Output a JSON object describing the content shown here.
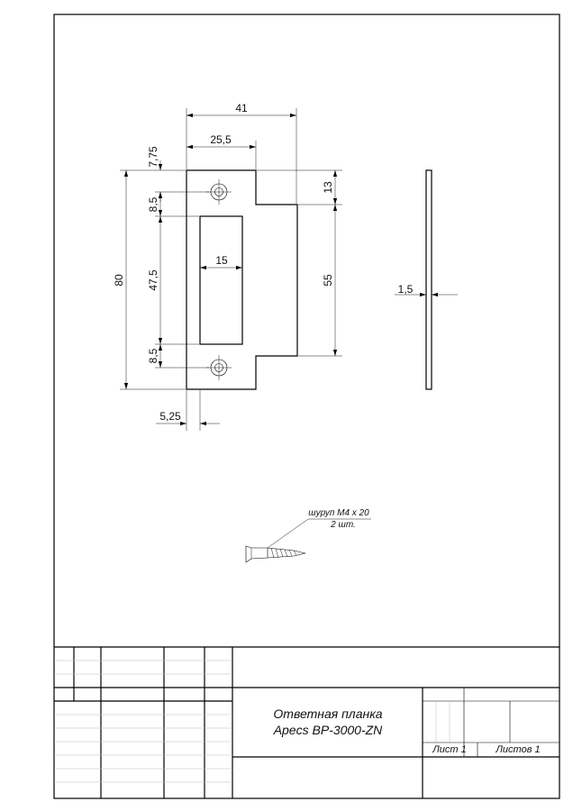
{
  "dimensions": {
    "width_overall": "41",
    "width_upper": "25,5",
    "offset_top": "7,75",
    "hole_to_window_top": "8,5",
    "window_height": "47,5",
    "window_to_hole_bottom": "8,5",
    "total_height": "80",
    "tab_height": "13",
    "tab_length": "55",
    "window_width": "15",
    "hole_offset_x": "5,25",
    "thickness": "1,5"
  },
  "screw_note": {
    "line1": "шуруп М4 x 20",
    "line2": "2 шт."
  },
  "title_block": {
    "name_line1": "Ответная планка",
    "name_line2": "Apecs BP-3000-ZN",
    "sheet_label": "Лист 1",
    "sheets_label": "Листов 1"
  }
}
